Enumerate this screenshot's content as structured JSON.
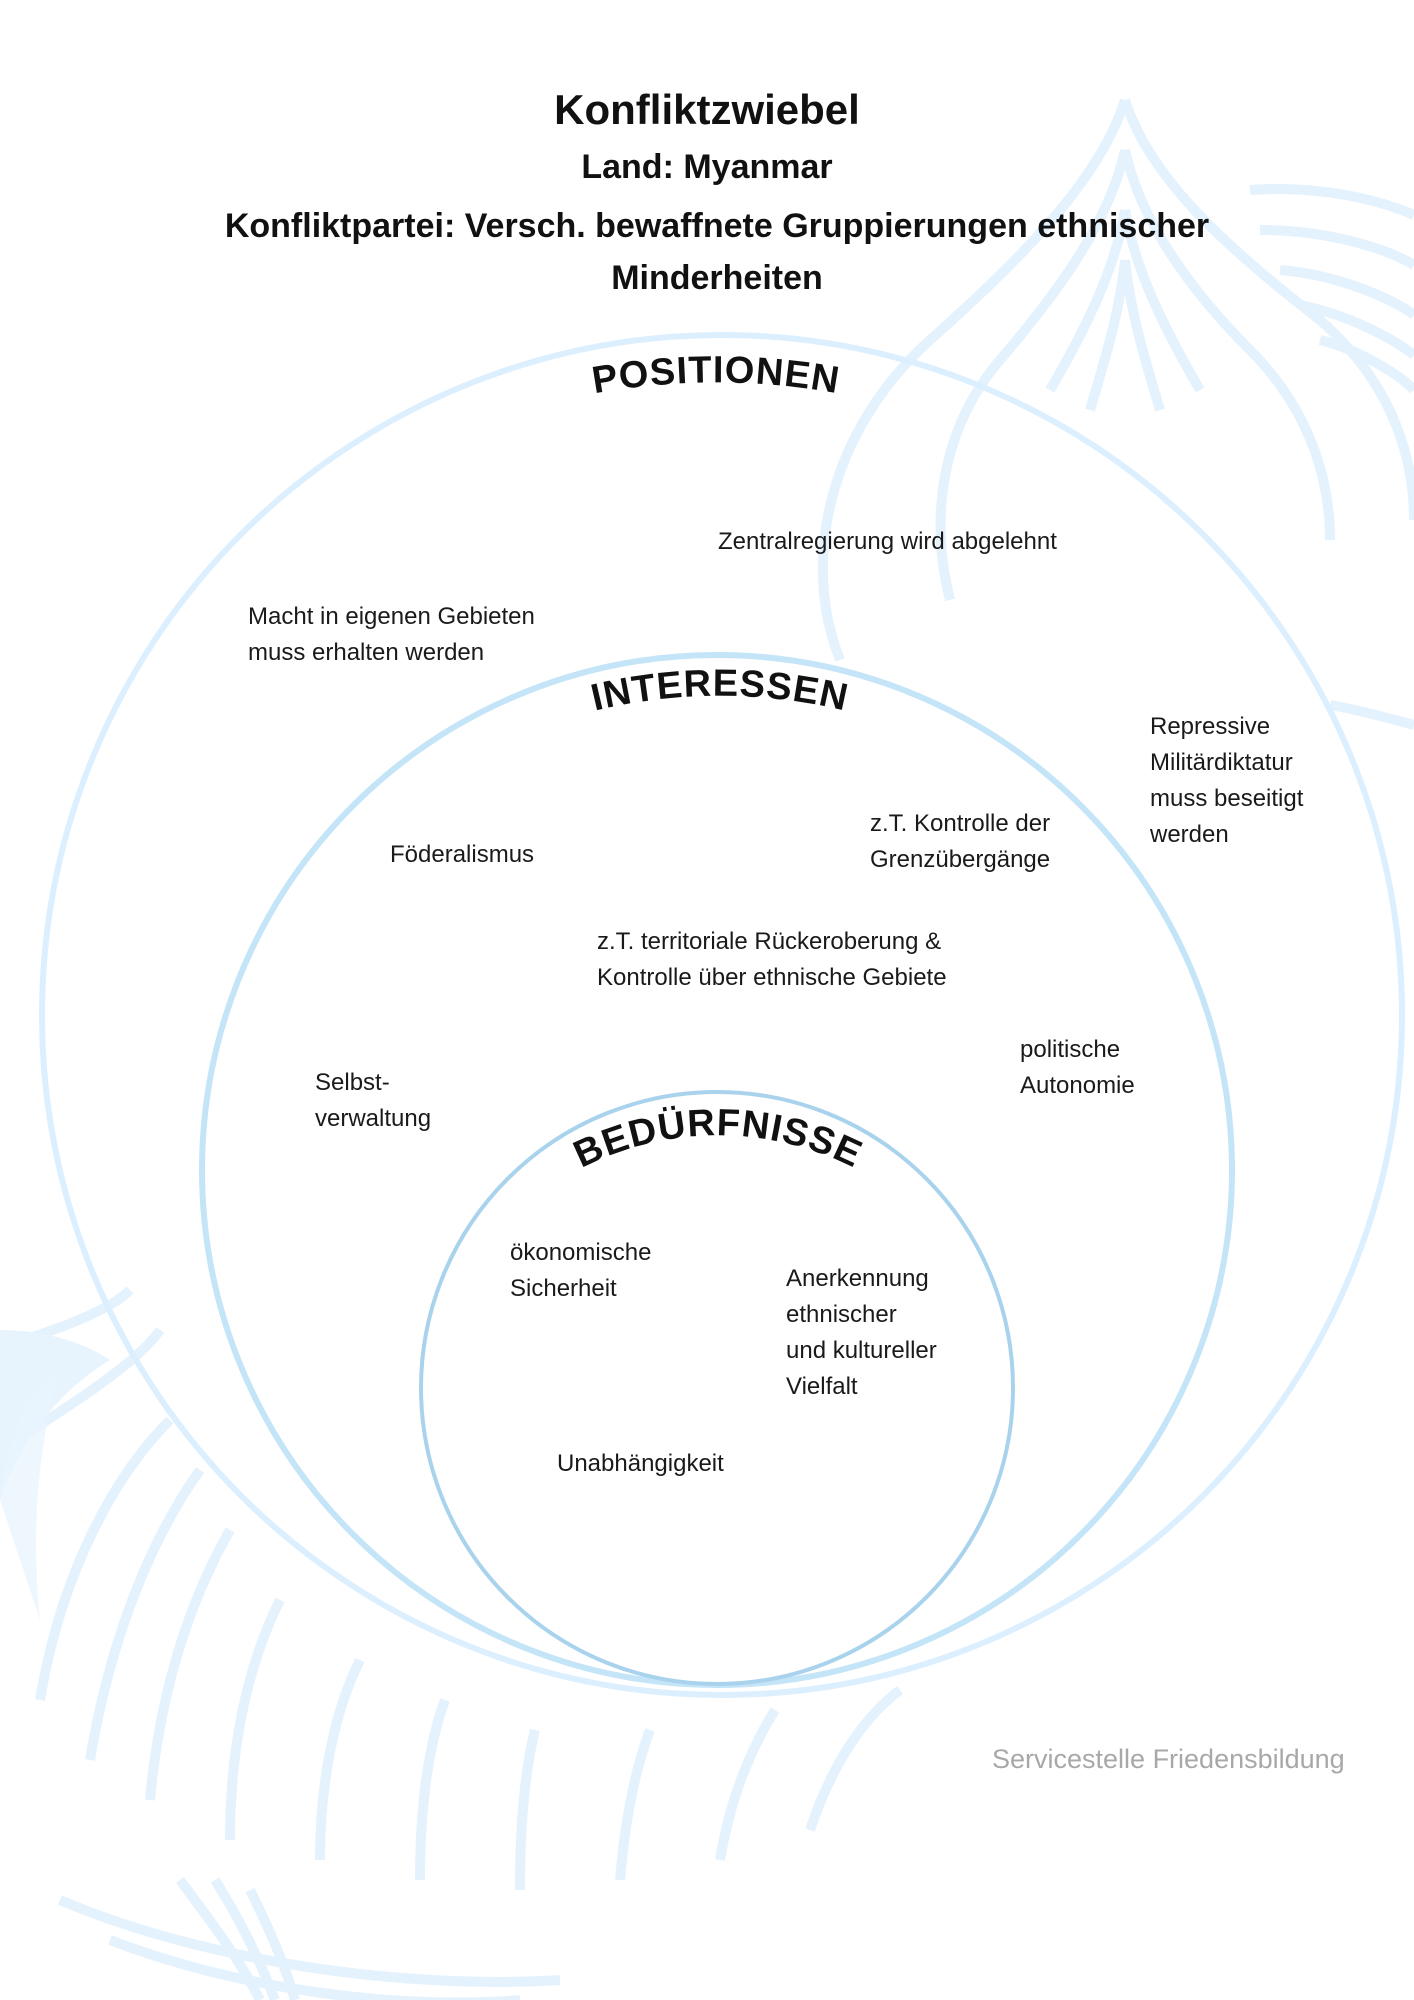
{
  "header": {
    "title": "Konfliktzwiebel",
    "country": "Land: Myanmar",
    "party": "Konfliktpartei: Versch. bewaffnete Gruppierungen ethnischer Minderheiten"
  },
  "rings": {
    "positions": {
      "label": "POSITIONEN",
      "items": [
        "Zentralregierung wird abgelehnt",
        "Macht in eigenen Gebieten\nmuss erhalten werden",
        "Repressive\nMilitärdiktatur\nmuss beseitigt\nwerden"
      ]
    },
    "interests": {
      "label": "INTERESSEN",
      "items": [
        "Föderalismus",
        "z.T. Kontrolle der\nGrenzübergänge",
        "z.T. territoriale Rückeroberung &\nKontrolle über ethnische Gebiete",
        "Selbst-\nverwaltung",
        "politische\nAutonomie"
      ]
    },
    "needs": {
      "label": "BEDÜRFNISSE",
      "items": [
        "ökonomische\nSicherheit",
        "Anerkennung\nethnischer\nund kultureller\nVielfalt",
        "Unabhängigkeit"
      ]
    }
  },
  "footer": "Servicestelle Friedensbildung",
  "colors": {
    "ring_outer": "#dcefff",
    "ring_middle": "#c4e4f8",
    "ring_inner": "#a9d3ec",
    "background_onion": "#e4f2fd"
  }
}
